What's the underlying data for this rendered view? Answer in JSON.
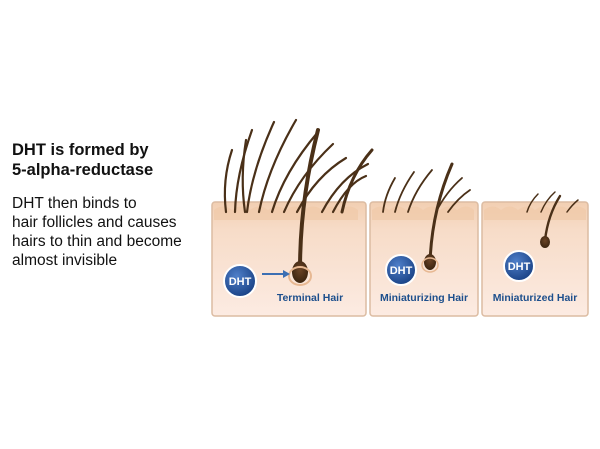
{
  "headline": [
    "DHT is formed by",
    "5-alpha-reductase"
  ],
  "body_text": [
    "DHT then binds to",
    "hair follicles and causes",
    "hairs to thin and become",
    "almost invisible"
  ],
  "panels": [
    {
      "label": "Terminal Hair",
      "badge": "DHT"
    },
    {
      "label": "Miniaturizing Hair",
      "badge": "DHT"
    },
    {
      "label": "Miniaturized Hair",
      "badge": "DHT"
    }
  ],
  "colors": {
    "skin_top": "#f4d2b8",
    "skin_bottom": "#fbe7dc",
    "panel_border": "#d9b89c",
    "hair": "#4a3018",
    "badge": "#1f4f96",
    "label": "#1d4f8c",
    "arrow": "#3c6fb3"
  }
}
